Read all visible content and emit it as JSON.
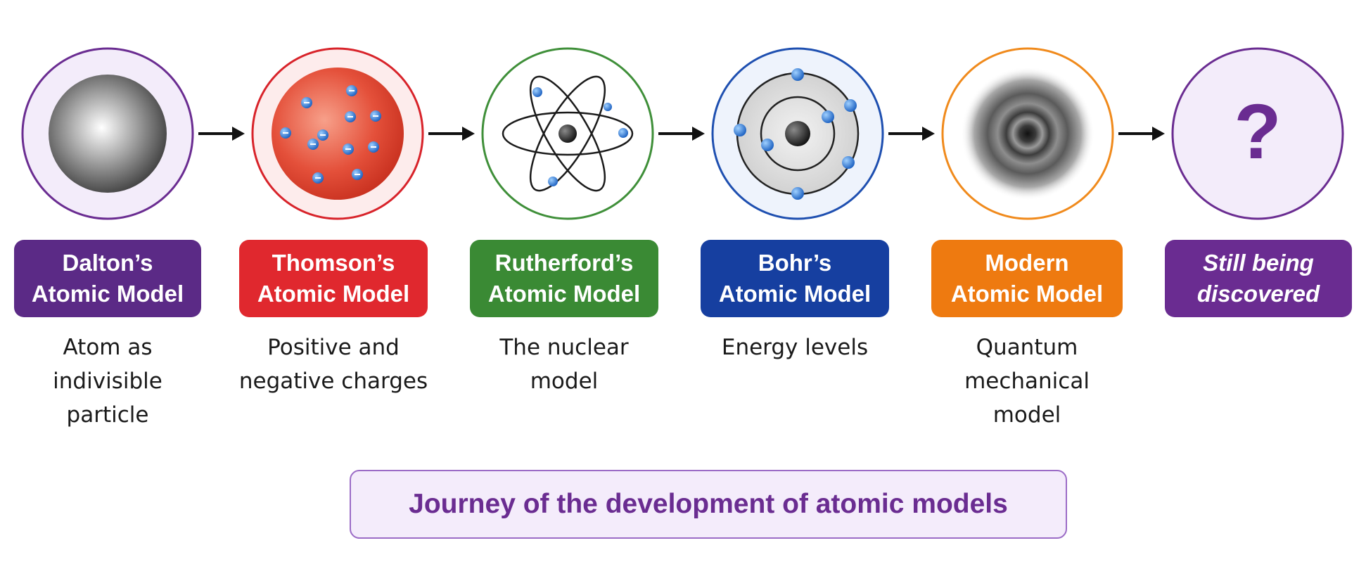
{
  "models": [
    {
      "title": [
        "Dalton’s",
        "Atomic Model"
      ],
      "description": [
        "Atom as",
        "indivisible",
        "particle"
      ],
      "color": "#5b2a86",
      "ring": "#6a2c91"
    },
    {
      "title": [
        "Thomson’s",
        "Atomic Model"
      ],
      "description": [
        "Positive and",
        "negative charges"
      ],
      "color": "#e0282e",
      "ring": "#d8232a"
    },
    {
      "title": [
        "Rutherford’s",
        "Atomic Model"
      ],
      "description": [
        "The nuclear",
        "model"
      ],
      "color": "#3a8a34",
      "ring": "#3f8f39"
    },
    {
      "title": [
        "Bohr’s",
        "Atomic Model"
      ],
      "description": [
        "Energy levels"
      ],
      "color": "#163fa0",
      "ring": "#1e4fb0"
    },
    {
      "title": [
        "Modern",
        "Atomic Model"
      ],
      "description": [
        "Quantum",
        "mechanical",
        "model"
      ],
      "color": "#ee7a10",
      "ring": "#f08a1c"
    },
    {
      "title": [
        "Still being",
        "discovered"
      ],
      "description": [],
      "color": "#6a2c91",
      "ring": "#6a2c91"
    }
  ],
  "mystery_symbol": "?",
  "caption": "Journey of the development of atomic models"
}
